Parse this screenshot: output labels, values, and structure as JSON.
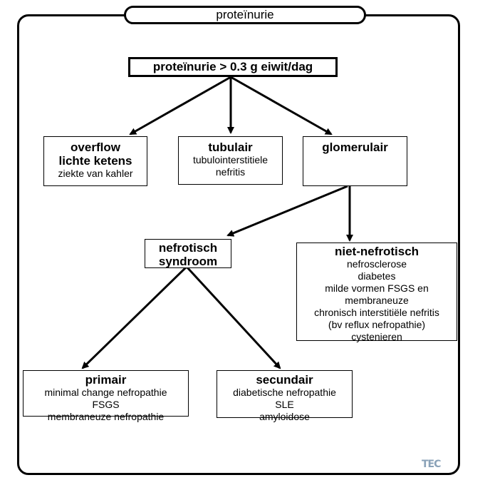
{
  "header": {
    "title": "proteïnurie"
  },
  "root": {
    "label": "proteïnurie > 0.3 g eiwit/dag"
  },
  "overflow": {
    "title_line1": "overflow",
    "title_line2": "lichte ketens",
    "detail": "ziekte van kahler"
  },
  "tubulair": {
    "title": "tubulair",
    "detail_line1": "tubulointerstitiele",
    "detail_line2": "nefritis"
  },
  "glomerulair": {
    "title": "glomerulair"
  },
  "nefrotisch": {
    "title_line1": "nefrotisch",
    "title_line2": "syndroom"
  },
  "niet_nefrotisch": {
    "title": "niet-nefrotisch",
    "items": [
      "nefrosclerose",
      "diabetes",
      "milde vormen FSGS en",
      "membraneuze",
      "chronisch interstitiële nefritis",
      "(bv reflux nefropathie)",
      "cystenieren"
    ]
  },
  "primair": {
    "title": "primair",
    "items": [
      "minimal change nefropathie",
      "FSGS",
      "membraneuze nefropathie"
    ]
  },
  "secundair": {
    "title": "secundair",
    "items": [
      "diabetische nefropathie",
      "SLE",
      "amyloidose"
    ]
  },
  "logo": {
    "text": "TEC"
  }
}
